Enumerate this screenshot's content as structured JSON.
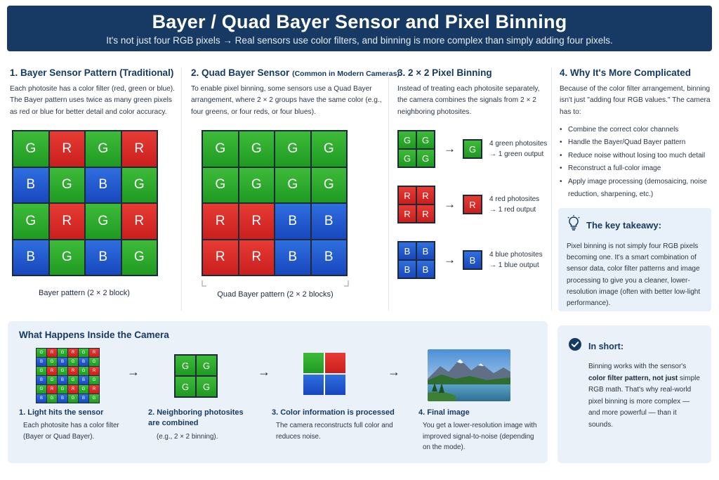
{
  "header": {
    "title": "Bayer / Quad Bayer Sensor and Pixel Binning",
    "subtitle": "It's not just four RGB pixels → Real sensors use color filters, and binning is more complex than simply adding four pixels."
  },
  "section1": {
    "title": "1. Bayer Sensor Pattern (Traditional)",
    "description": "Each photosite has a color filter (red, green or blue). The Bayer pattern uses twice as many green pixels as red or blue for better detail and color accuracy.",
    "grid": [
      [
        "G",
        "R",
        "G",
        "R"
      ],
      [
        "B",
        "G",
        "B",
        "G"
      ],
      [
        "G",
        "R",
        "G",
        "R"
      ],
      [
        "B",
        "G",
        "B",
        "G"
      ]
    ],
    "caption": "Bayer pattern (2 × 2 block)"
  },
  "section2": {
    "title": "2. Quad Bayer Sensor",
    "title_note": "(Common in Modern Cameras)",
    "description": "To enable pixel binning, some sensors use a Quad Bayer arrangement, where 2 × 2 groups have the same color (e.g., four greens, or four reds, or four blues).",
    "grid": [
      [
        "G",
        "G",
        "G",
        "G"
      ],
      [
        "G",
        "G",
        "G",
        "G"
      ],
      [
        "R",
        "R",
        "B",
        "B"
      ],
      [
        "R",
        "R",
        "B",
        "B"
      ]
    ],
    "caption": "Quad Bayer pattern (2 × 2 blocks)"
  },
  "section3": {
    "title": "3. 2 × 2 Pixel Binning",
    "description": "Instead of treating each photosite separately, the camera combines the signals from 2 × 2 neighboring photosites.",
    "rows": [
      {
        "letter": "G",
        "color": "g",
        "line1": "4 green photosites",
        "line2": "→ 1 green output"
      },
      {
        "letter": "R",
        "color": "r",
        "line1": "4 red photosites",
        "line2": "→ 1 red output"
      },
      {
        "letter": "B",
        "color": "b",
        "line1": "4 blue photosites",
        "line2": "→ 1 blue output"
      }
    ],
    "arrow": "→"
  },
  "section4": {
    "title": "4. Why It's More Complicated",
    "description": "Because of the color filter arrangement, binning isn't just \"adding four RGB values.\" The camera has to:",
    "items": [
      "Combine the correct color channels",
      "Handle the Bayer/Quad Bayer pattern",
      "Reduce noise without losing too much detail",
      "Reconstruct a full-color image",
      "Apply image processing (demosaicing, noise reduction, sharpening, etc.)"
    ]
  },
  "takeaway": {
    "title": "The key takeawy:",
    "text": "Pixel binning is not simply four RGB pixels becoming one. It's a smart combination of sensor data, color filter patterns and image processing to give you a cleaner, lower-resolution image (often with better low-light performance)."
  },
  "inside": {
    "title": "What Happens Inside the Camera",
    "mosaic_letters": [
      [
        "G",
        "R",
        "G",
        "R",
        "G",
        "R"
      ],
      [
        "B",
        "G",
        "B",
        "G",
        "B",
        "G"
      ],
      [
        "G",
        "R",
        "G",
        "R",
        "G",
        "R"
      ],
      [
        "B",
        "G",
        "B",
        "G",
        "B",
        "G"
      ],
      [
        "G",
        "R",
        "G",
        "R",
        "G",
        "R"
      ],
      [
        "B",
        "G",
        "B",
        "G",
        "B",
        "G"
      ]
    ],
    "combined_letters": [
      "G",
      "G",
      "G",
      "G"
    ],
    "arrow": "→",
    "stages": [
      {
        "title": "1. Light hits the sensor",
        "desc": "Each photosite has a color filter (Bayer or Quad Bayer)."
      },
      {
        "title": "2. Neighboring photosites are combined",
        "desc": "(e.g., 2 × 2 binning)."
      },
      {
        "title": "3. Color information is processed",
        "desc": "The camera reconstructs full color and reduces noise."
      },
      {
        "title": "4. Final image",
        "desc": "You get a lower-resolution image with improved signal-to-noise (depending on the mode)."
      }
    ]
  },
  "in_short": {
    "title": "In short:",
    "text_before": "Binning works with the sensor's ",
    "text_bold": "color filter pattern, not just",
    "text_after": " simple RGB math. That's why real-world pixel binning is more complex — and more powerful — than it sounds."
  },
  "colors": {
    "banner": "#163a63",
    "green": "#2aa52c",
    "red": "#d92b27",
    "blue": "#2259d2",
    "panel": "#eaf1f9"
  },
  "icons": {
    "takeaway": "lightbulb-icon",
    "in_short": "check-circle-icon"
  }
}
